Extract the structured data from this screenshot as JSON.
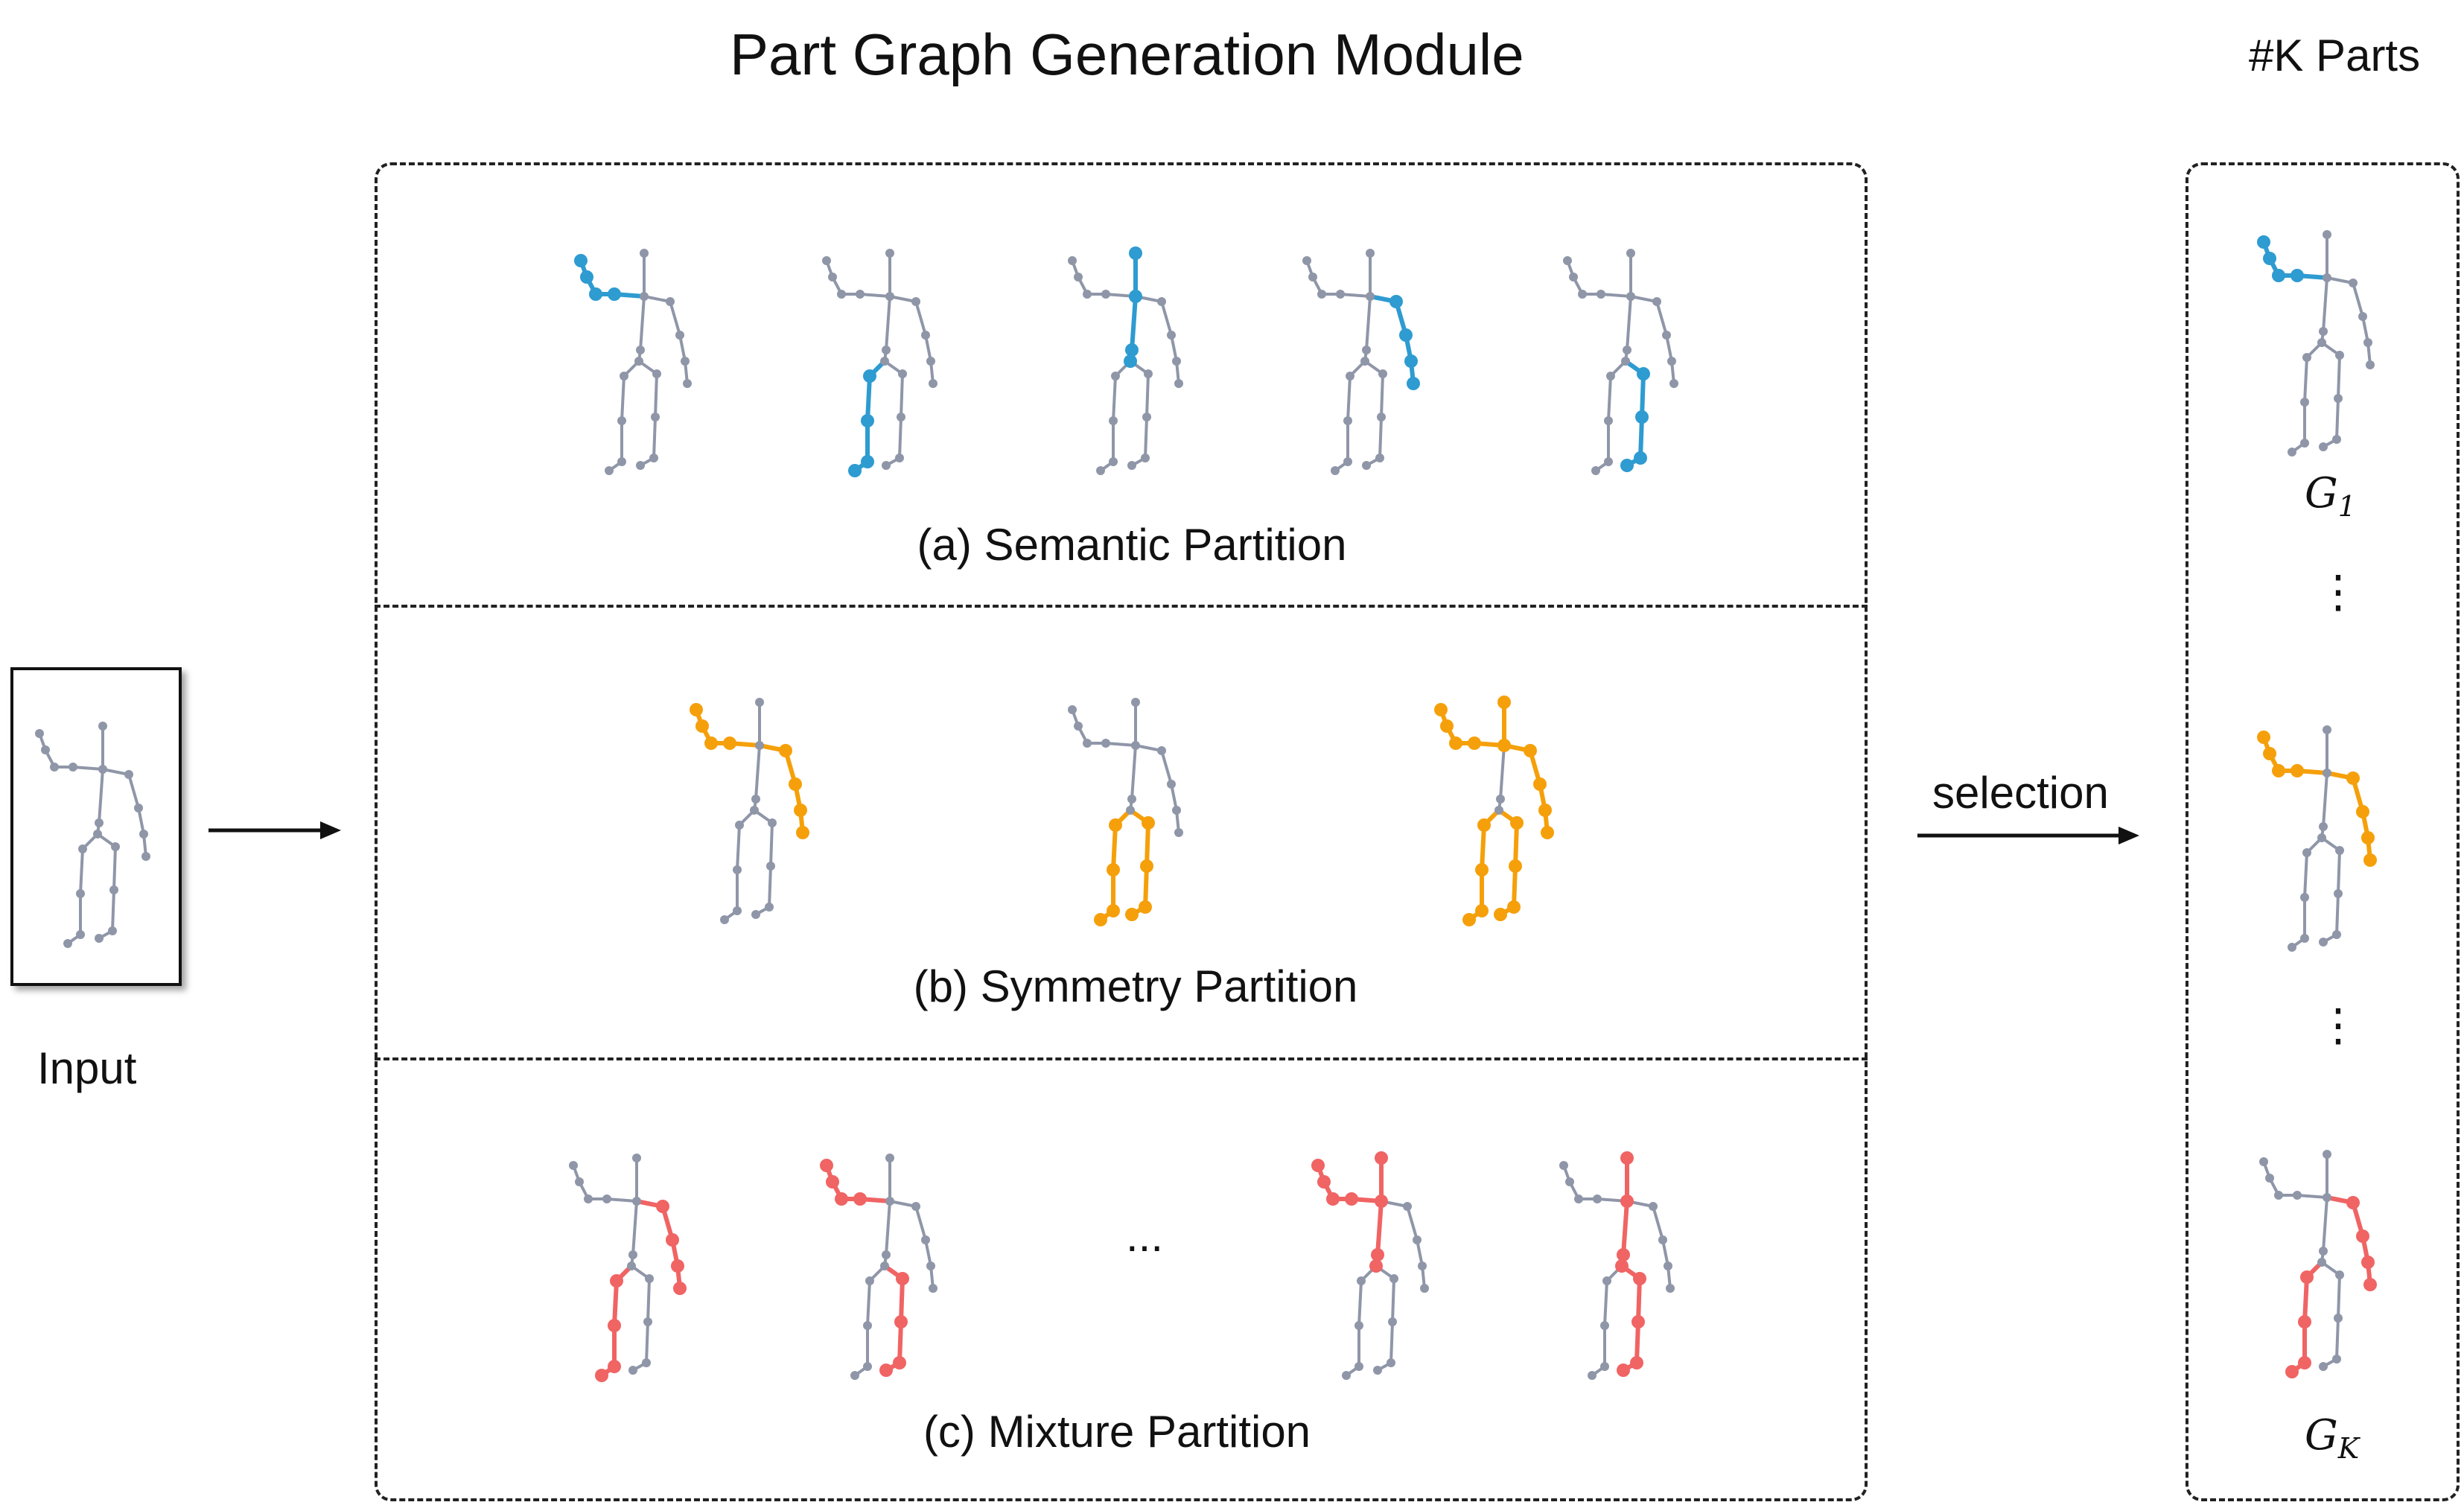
{
  "title": "Part Graph Generation Module",
  "k_parts_label": "#K Parts",
  "input_label": "Input",
  "selection_label": "selection",
  "sections": {
    "semantic": "(a) Semantic Partition",
    "symmetry": "(b) Symmetry Partition",
    "mixture": "(c) Mixture Partition"
  },
  "mixture_ellipsis": "...",
  "vertical_dots": "⋮",
  "graph_labels": {
    "g1_base": "G",
    "g1_sub": "1",
    "gk_base": "G",
    "gk_sub": "K"
  },
  "colors": {
    "bone": "#8f96a8",
    "semantic": "#2e9bd1",
    "symmetry": "#f5a00a",
    "mixture": "#f06464"
  },
  "skeletons": {
    "input": [],
    "semantic": [
      [
        "left_arm"
      ],
      [
        "left_leg"
      ],
      [
        "spine"
      ],
      [
        "right_arm"
      ],
      [
        "right_leg"
      ]
    ],
    "symmetry": [
      [
        "left_arm",
        "right_arm"
      ],
      [
        "left_leg",
        "right_leg"
      ],
      [
        "left_arm",
        "head",
        "right_arm_low",
        "left_leg_foot",
        "right_leg_foot"
      ]
    ],
    "mixture": [
      [
        "right_arm",
        "left_leg"
      ],
      [
        "left_arm_low",
        "right_leg"
      ],
      [
        "left_arm",
        "spine"
      ],
      [
        "spine",
        "right_leg"
      ]
    ],
    "g1": [
      "left_arm"
    ],
    "gk_mid": [
      "left_arm",
      "right_arm"
    ],
    "gk": [
      "right_arm",
      "left_leg"
    ]
  }
}
